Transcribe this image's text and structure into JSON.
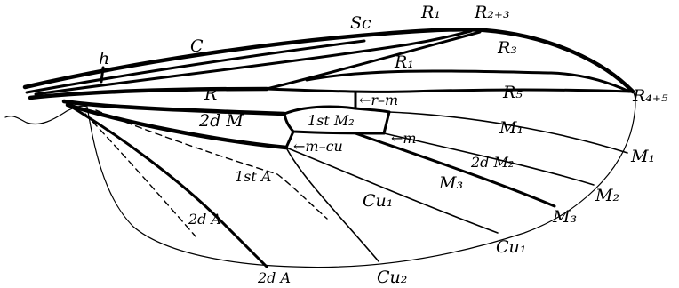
{
  "labels": {
    "C": "C",
    "h": "h",
    "Sc": "Sc",
    "R1_top": "R₁",
    "R2_3": "R₂₊₃",
    "R1_cell": "R₁",
    "R3": "R₃",
    "R": "R",
    "r_m": "←r–m",
    "R5": "R₅",
    "R4_5": "R₄₊₅",
    "second_M": "2d M",
    "first_M2": "1st M₂",
    "m": "←m",
    "M1_cell": "M₁",
    "M1_edge": "M₁",
    "m_cu": "←m–cu",
    "second_M2": "2d M₂",
    "M2_edge": "M₂",
    "first_A": "1st A",
    "M3_cell": "M₃",
    "M3_edge": "M₃",
    "Cu1_cell": "Cu₁",
    "Cu1_edge": "Cu₁",
    "second_A_cell": "2d A",
    "Cu2_edge": "Cu₂",
    "second_A_edge": "2d A"
  }
}
